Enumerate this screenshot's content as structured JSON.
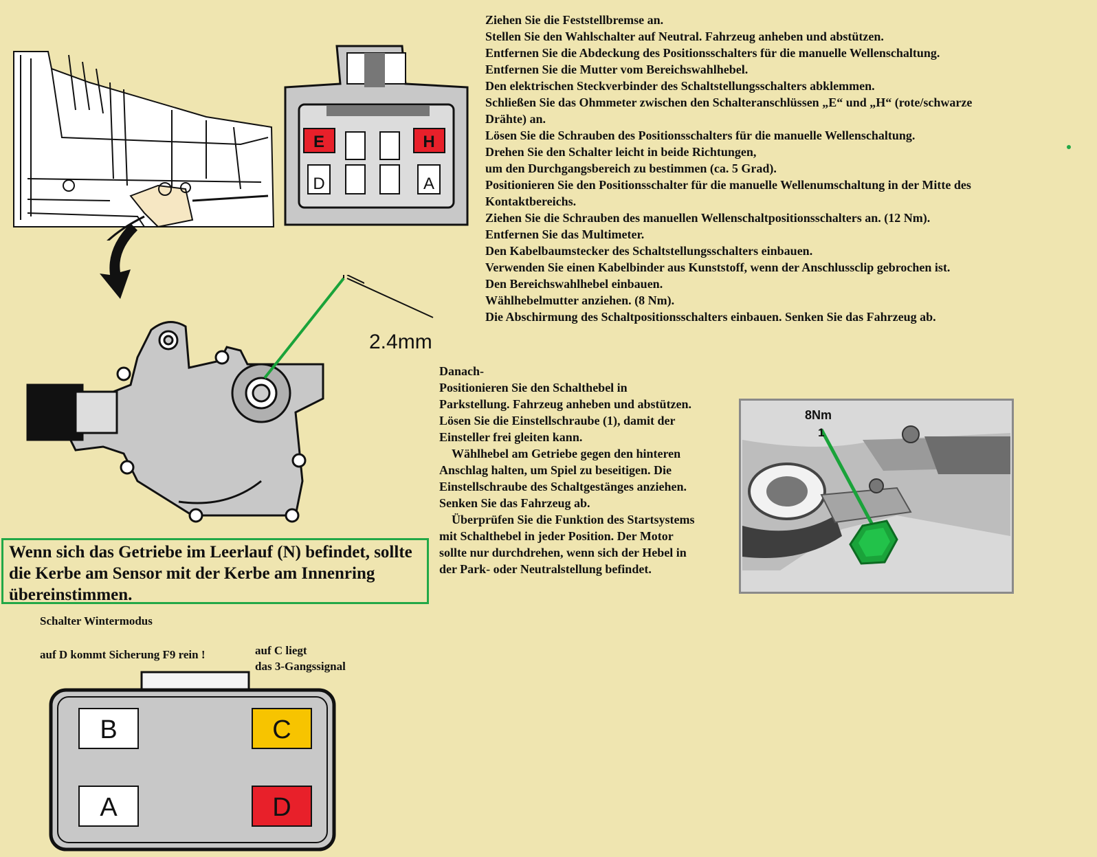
{
  "instructions": [
    "Ziehen Sie die Feststellbremse an.",
    "Stellen Sie den Wahlschalter auf Neutral. Fahrzeug anheben und abstützen.",
    "Entfernen Sie die Abdeckung des Positionsschalters für die manuelle Wellenschaltung.",
    "Entfernen Sie die Mutter vom Bereichswahlhebel.",
    "Den elektrischen Steckverbinder des Schaltstellungsschalters abklemmen.",
    "Schließen Sie das Ohmmeter zwischen den Schalteranschlüssen „E“ und „H“ (rote/schwarze",
    "Drähte) an.",
    "Lösen Sie die Schrauben des Positionsschalters für die manuelle Wellenschaltung.",
    "Drehen Sie den Schalter leicht in beide Richtungen,",
    "um den Durchgangsbereich zu bestimmen (ca. 5 Grad).",
    "Positionieren Sie den Positionsschalter für die manuelle Wellenumschaltung in der Mitte des",
    "Kontaktbereichs.",
    "Ziehen Sie die Schrauben des manuellen Wellenschaltpositionsschalters an. (12 Nm).",
    "Entfernen Sie das Multimeter.",
    "Den Kabelbaumstecker des Schaltstellungsschalters einbauen.",
    "Verwenden Sie einen Kabelbinder aus Kunststoff, wenn der Anschlussclip gebrochen ist.",
    "Den Bereichswahlhebel einbauen.",
    "Wählhebelmutter anziehen. (8 Nm).",
    "Die Abschirmung des Schaltpositionsschalters einbauen. Senken Sie das Fahrzeug ab."
  ],
  "danach": [
    "Danach-",
    "Positionieren Sie den Schalthebel in",
    "Parkstellung. Fahrzeug anheben und abstützen.",
    "Lösen Sie die Einstellschraube (1), damit der",
    "Einsteller frei gleiten kann.",
    "    Wählhebel am Getriebe gegen den hinteren",
    "Anschlag halten, um Spiel zu beseitigen. Die",
    "Einstellschraube des Schaltgestänges anziehen.",
    "Senken Sie das Fahrzeug ab.",
    "    Überprüfen Sie die Funktion des Startsystems",
    "mit Schalthebel in jeder Position. Der Motor",
    "sollte nur durchdrehen, wenn sich der Hebel in",
    "der Park- oder Neutralstellung befindet."
  ],
  "note": "Wenn sich das Getriebe im Leerlauf (N) befindet, sollte die Kerbe am Sensor mit der Kerbe am Innenring übereinstimmen.",
  "dimension_label": "2.4mm",
  "photo": {
    "torque_label": "8Nm",
    "callout_number": "1"
  },
  "connector_top": {
    "pins": [
      "E",
      "H",
      "D",
      "A"
    ],
    "colors": {
      "E": "#e8202a",
      "H": "#e8202a",
      "D": "#ffffff",
      "A": "#ffffff"
    }
  },
  "winter": {
    "title": "Schalter Wintermodus",
    "d_note": "auf D kommt Sicherung F9 rein !",
    "c_note_1": "auf C liegt",
    "c_note_2": "das 3-Gangssignal",
    "pins": [
      "B",
      "C",
      "A",
      "D"
    ],
    "colors": {
      "B": "#ffffff",
      "C": "#f7c400",
      "A": "#ffffff",
      "D": "#e8202a"
    }
  }
}
